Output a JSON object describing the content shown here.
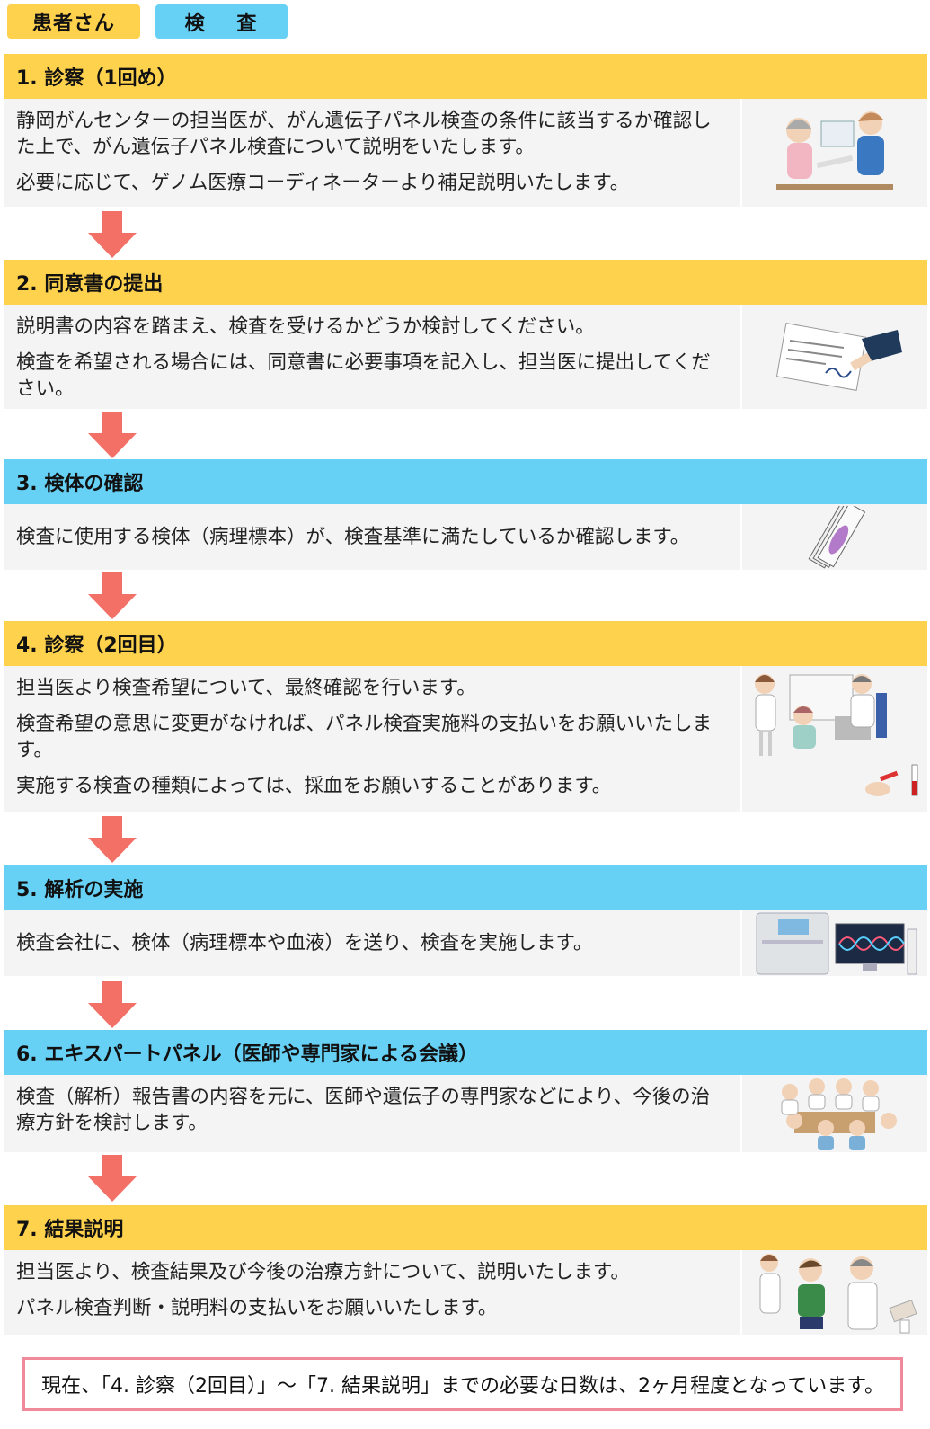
{
  "legend": {
    "patient": "患者さん",
    "exam": "検 査"
  },
  "steps": [
    {
      "title": "1. 診察（1回め）",
      "paragraphs": [
        "静岡がんセンターの担当医が、がん遺伝子パネル検査の条件に該当するか確認した上で、がん遺伝子パネル検査について説明をいたします。",
        "必要に応じて、ゲノム医療コーディネーターより補足説明いたします。"
      ]
    },
    {
      "title": "2. 同意書の提出",
      "paragraphs": [
        "説明書の内容を踏まえ、検査を受けるかどうか検討してください。",
        "検査を希望される場合には、同意書に必要事項を記入し、担当医に提出してください。"
      ]
    },
    {
      "title": "3. 検体の確認",
      "paragraphs": [
        "検査に使用する検体（病理標本）が、検査基準に満たしているか確認します。"
      ]
    },
    {
      "title": "4. 診察（2回目）",
      "paragraphs": [
        "担当医より検査希望について、最終確認を行います。",
        "検査希望の意思に変更がなければ、パネル検査実施料の支払いをお願いいたします。",
        "実施する検査の種類によっては、採血をお願いすることがあります。"
      ]
    },
    {
      "title": "5. 解析の実施",
      "paragraphs": [
        "検査会社に、検体（病理標本や血液）を送り、検査を実施します。"
      ]
    },
    {
      "title": "6. エキスパートパネル（医師や専門家による会議）",
      "paragraphs": [
        "検査（解析）報告書の内容を元に、医師や遺伝子の専門家などにより、今後の治療方針を検討します。"
      ]
    },
    {
      "title": "7. 結果説明",
      "paragraphs": [
        "担当医より、検査結果及び今後の治療方針について、説明いたします。",
        "パネル検査判断・説明料の支払いをお願いいたします。"
      ]
    }
  ],
  "note": "現在、「4. 診察（2回目）」〜「7. 結果説明」までの必要な日数は、2ヶ月程度となっています。",
  "colors": {
    "patient": "#FFD24D",
    "exam": "#66D0F5",
    "arrow": "#F27066",
    "note_border": "#F08A9A"
  }
}
